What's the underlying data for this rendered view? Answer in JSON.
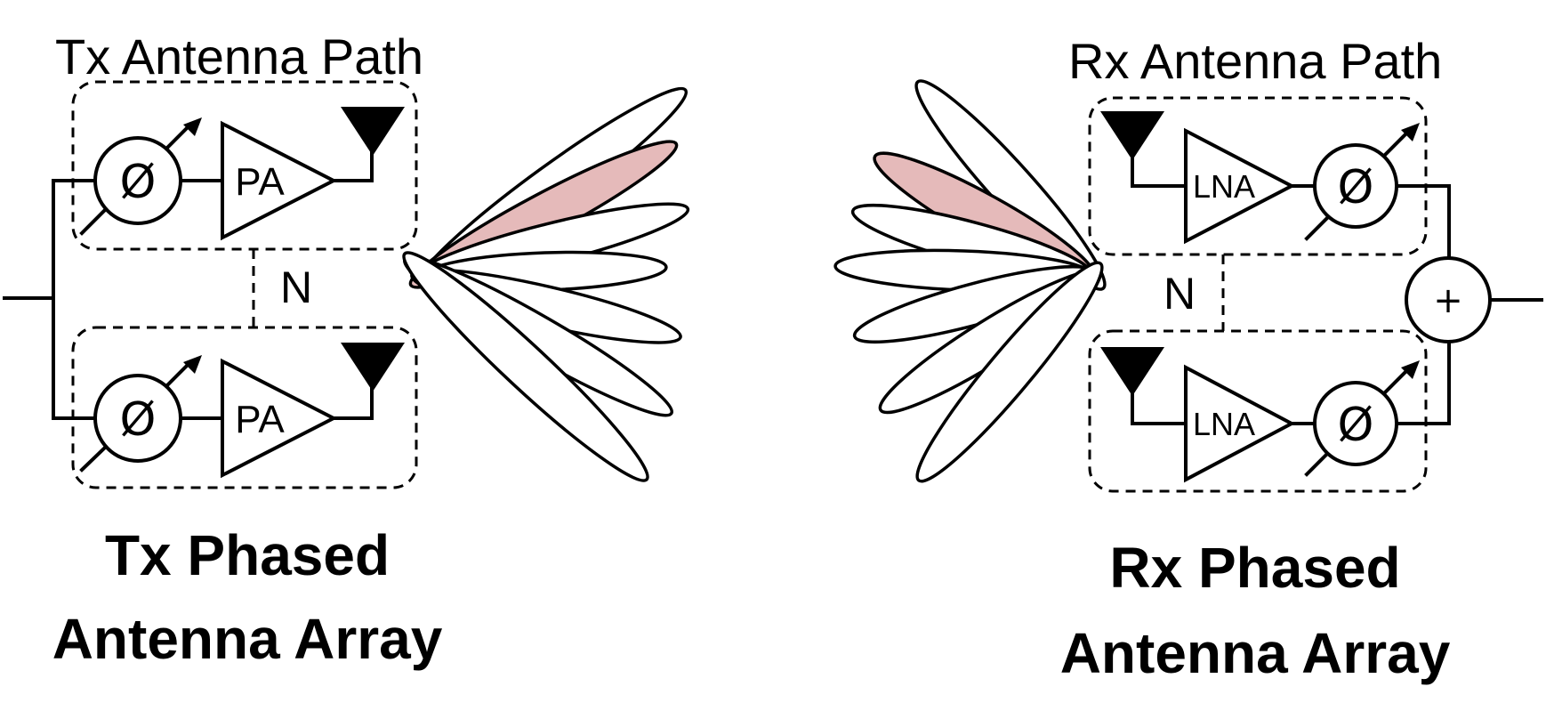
{
  "tx": {
    "path_label": "Tx Antenna Path",
    "amp_label": "PA",
    "phase_symbol": "Ø",
    "count_label": "N",
    "title_line1": "Tx Phased",
    "title_line2": "Antenna Array"
  },
  "rx": {
    "path_label": "Rx Antenna Path",
    "amp_label": "LNA",
    "phase_symbol": "Ø",
    "combiner_symbol": "+",
    "count_label": "N",
    "title_line1": "Rx Phased",
    "title_line2": "Antenna Array"
  },
  "colors": {
    "line": "#000000",
    "highlighted_beam": "#e5baba",
    "beam": "#ffffff"
  }
}
